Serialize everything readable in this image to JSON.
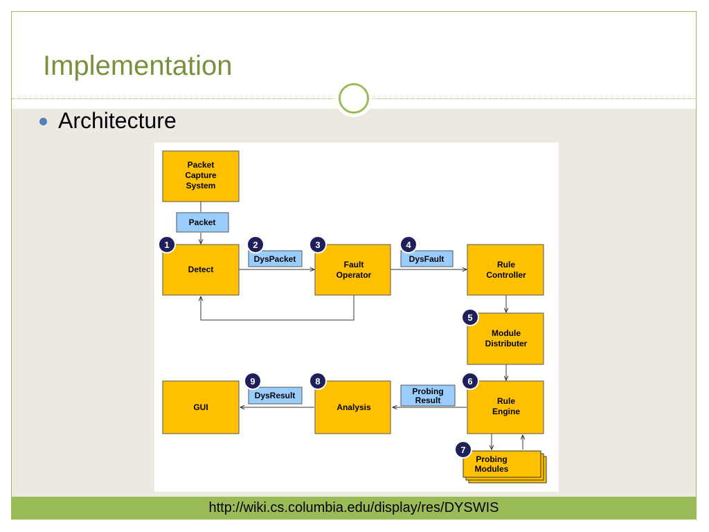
{
  "title": "Implementation",
  "bullet": "Architecture",
  "footer_url": "http://wiki.cs.columbia.edu/display/res/DYSWIS",
  "colors": {
    "accent_green": "#9bbb59",
    "title_green": "#76923c",
    "content_bg": "#ebe9e0",
    "bullet_blue": "#4f81bd",
    "box_fill": "#ffc000",
    "tag_fill": "#99ccff",
    "badge_fill": "#1f1f5c"
  },
  "diagram": {
    "boxes": {
      "packet_capture": [
        "Packet",
        "Capture",
        "System"
      ],
      "detect": [
        "Detect"
      ],
      "fault_operator": [
        "Fault",
        "Operator"
      ],
      "rule_controller": [
        "Rule",
        "Controller"
      ],
      "module_distributer": [
        "Module",
        "Distributer"
      ],
      "rule_engine": [
        "Rule",
        "Engine"
      ],
      "analysis": [
        "Analysis"
      ],
      "gui": [
        "GUI"
      ],
      "probing_modules": [
        "Probing",
        "Modules"
      ]
    },
    "tags": {
      "packet": [
        "Packet"
      ],
      "dyspacket": [
        "DysPacket"
      ],
      "dysfault": [
        "DysFault"
      ],
      "dysresult": [
        "DysResult"
      ],
      "probing_result": [
        "Probing",
        "Result"
      ]
    },
    "badges": {
      "b1": "1",
      "b2": "2",
      "b3": "3",
      "b4": "4",
      "b5": "5",
      "b6": "6",
      "b7": "7",
      "b8": "8",
      "b9": "9"
    }
  }
}
